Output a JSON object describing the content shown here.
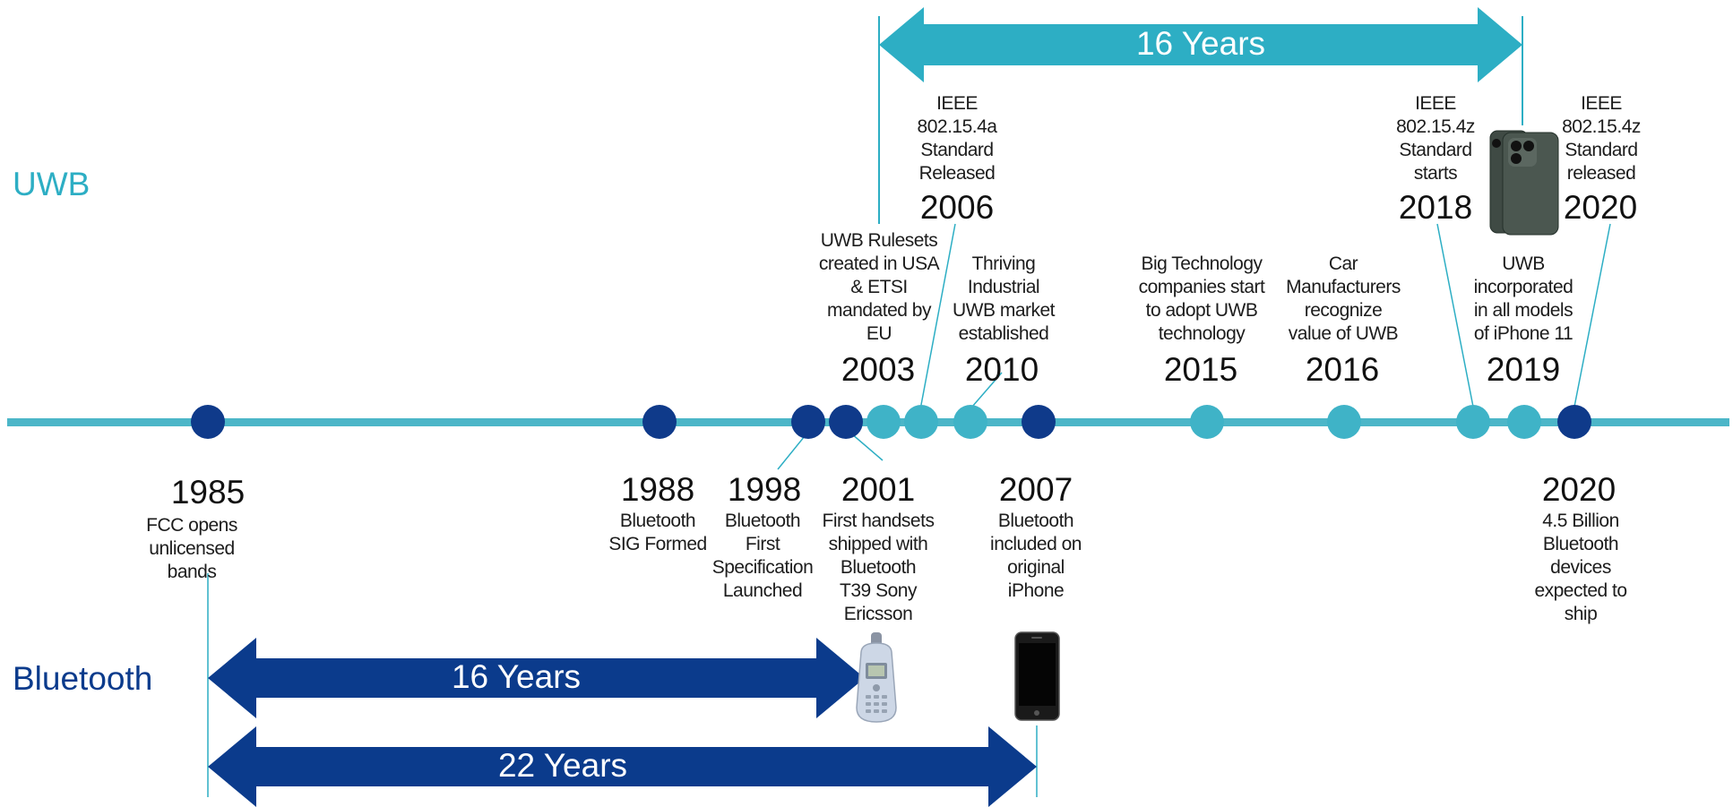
{
  "colors": {
    "uwb": "#2daec4",
    "uwb_dot": "#3fb3c7",
    "bluetooth": "#0b3b8c",
    "bt_dot": "#0f3a8a",
    "line": "#4cb6c8"
  },
  "tracks": {
    "uwb": "UWB",
    "bluetooth": "Bluetooth"
  },
  "arrows": {
    "uwb_span": "16 Years",
    "bt_span": "16 Years",
    "bt_long_span": "22 Years"
  },
  "bluetooth_events": [
    {
      "year": "1985",
      "text": "FCC opens\nunlicensed\nbands"
    },
    {
      "year": "1988",
      "text": "Bluetooth\nSIG Formed"
    },
    {
      "year": "1998",
      "text": "Bluetooth\nFirst\nSpecification\nLaunched"
    },
    {
      "year": "2001",
      "text": "First handsets\nshipped with\nBluetooth\nT39 Sony\nEricsson"
    },
    {
      "year": "2007",
      "text": "Bluetooth\nincluded on\noriginal\niPhone"
    },
    {
      "year": "2020",
      "text": "4.5 Billion\nBluetooth\ndevices\nexpected to\nship"
    }
  ],
  "uwb_events": [
    {
      "year": "2003",
      "text": "UWB Rulesets\ncreated in USA\n& ETSI\nmandated by\nEU"
    },
    {
      "year": "2006",
      "text": "IEEE\n802.15.4a\nStandard\nReleased"
    },
    {
      "year": "2010",
      "text": "Thriving\nIndustrial\nUWB market\nestablished"
    },
    {
      "year": "2015",
      "text": "Big Technology\ncompanies start\nto adopt  UWB\ntechnology"
    },
    {
      "year": "2016",
      "text": "Car\nManufacturers\nrecognize\nvalue of UWB"
    },
    {
      "year": "2018",
      "text": "IEEE\n802.15.4z\nStandard\nstarts"
    },
    {
      "year": "2019",
      "text": "UWB\nincorporated\nin all models\nof iPhone 11"
    },
    {
      "year": "2020",
      "text": "IEEE\n802.15.4z\nStandard\nreleased"
    }
  ],
  "icons": [
    "sony-ericsson-t39-phone-icon",
    "original-iphone-icon",
    "iphone-11-pro-icon"
  ]
}
